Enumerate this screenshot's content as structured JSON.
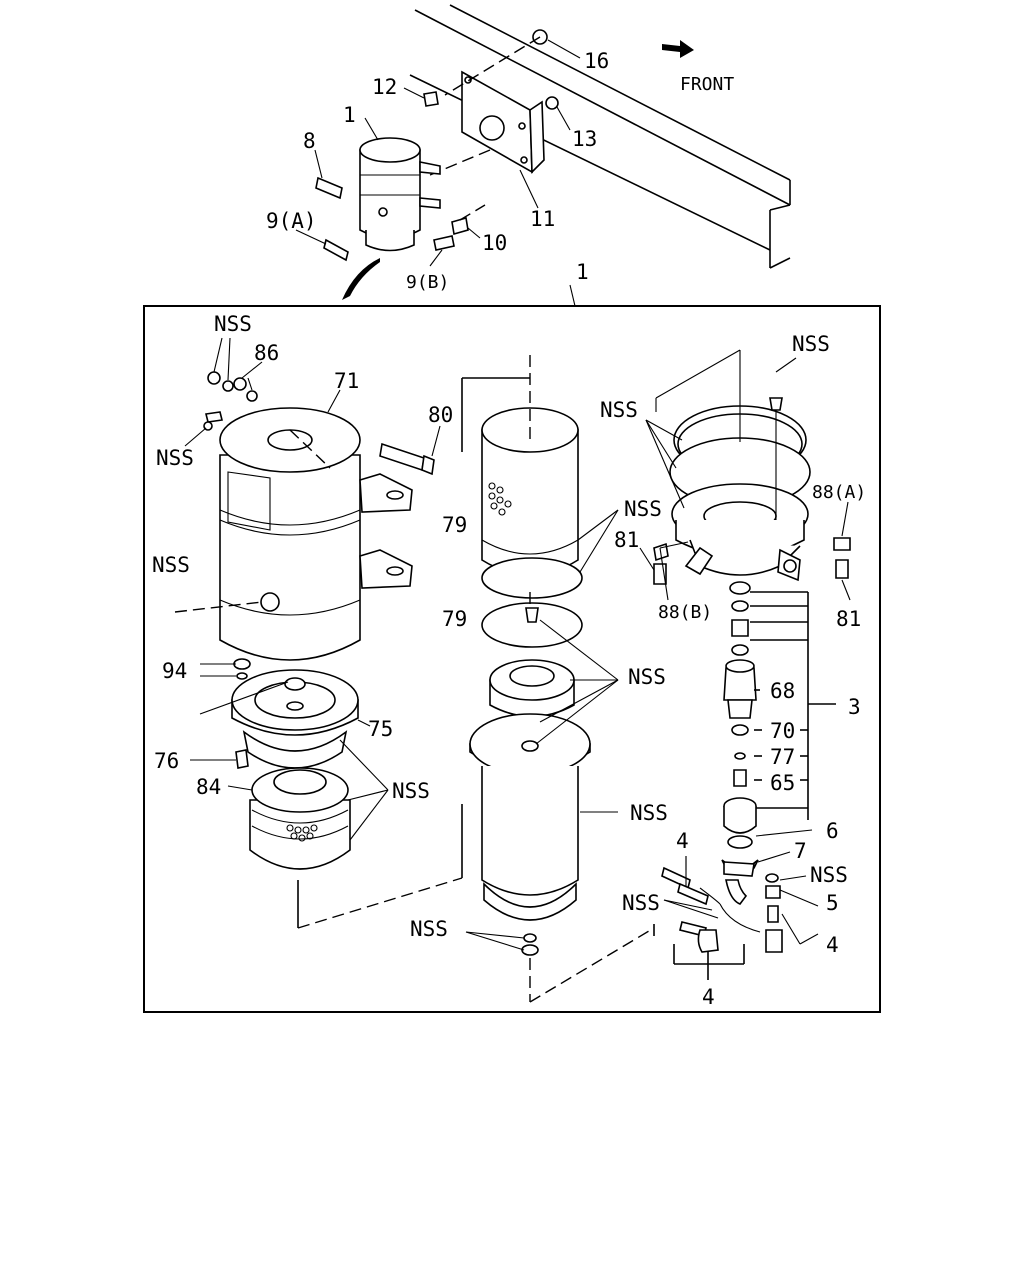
{
  "labels": {
    "front": "FRONT",
    "n16": "16",
    "n12": "12",
    "n13": "13",
    "n1_top": "1",
    "n8": "8",
    "n11": "11",
    "n9a": "9(A)",
    "n10": "10",
    "n9b": "9(B)",
    "n1_box": "1",
    "nss_1": "NSS",
    "n86": "86",
    "n71": "71",
    "nss_2": "NSS",
    "n80": "80",
    "nss_3": "NSS",
    "nss_4": "NSS",
    "n88a": "88(A)",
    "n79a": "79",
    "nss_5": "NSS",
    "n81a": "81",
    "n88b": "88(B)",
    "nss_6": "NSS",
    "n79b": "79",
    "n81b": "81",
    "n94": "94",
    "nss_7": "NSS",
    "n68": "68",
    "n3": "3",
    "n75": "75",
    "n70": "70",
    "n76": "76",
    "n77": "77",
    "n84": "84",
    "nss_8": "NSS",
    "n65": "65",
    "nss_9": "NSS",
    "n6": "6",
    "n4a": "4",
    "n7": "7",
    "nss_10": "NSS",
    "n5": "5",
    "nss_11": "NSS",
    "nss_12": "NSS",
    "n4b": "4",
    "n4c": "4"
  }
}
